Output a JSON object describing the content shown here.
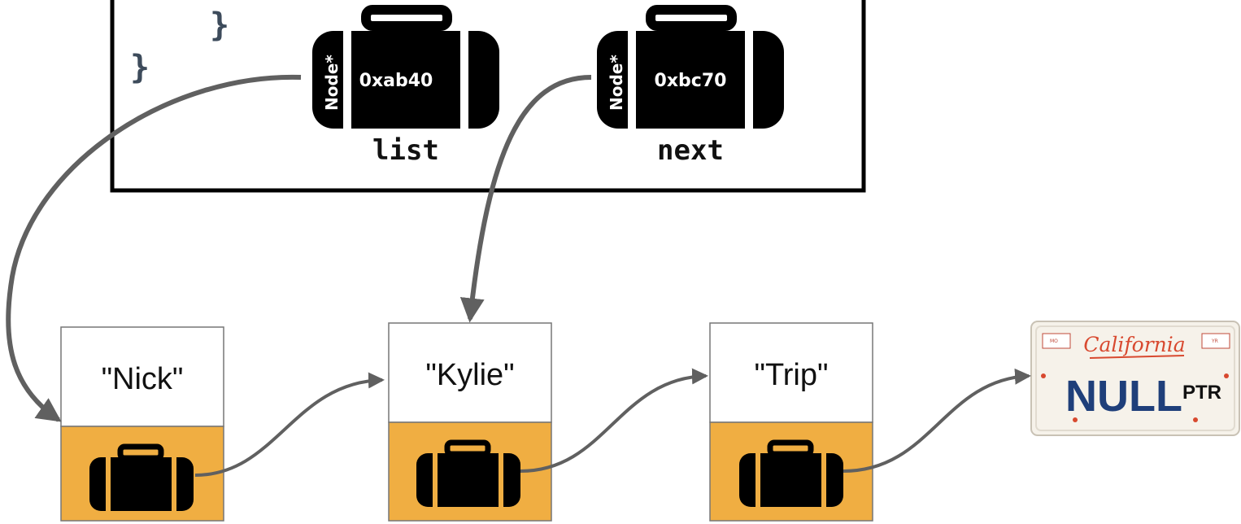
{
  "code": {
    "brace_inner": "}",
    "brace_outer": "}"
  },
  "variables": [
    {
      "name": "list",
      "type": "Node*",
      "address": "0xab40"
    },
    {
      "name": "next",
      "type": "Node*",
      "address": "0xbc70"
    }
  ],
  "nodes": [
    {
      "value": "\"Nick\""
    },
    {
      "value": "\"Kylie\""
    },
    {
      "value": "\"Trip\""
    }
  ],
  "null_plate": {
    "state": "California",
    "main": "NULL",
    "suffix": "PTR",
    "tag_left": "MO",
    "tag_right": "YR"
  },
  "colors": {
    "node_bottom": "#f0ae42",
    "arrow": "#606060",
    "suitcase": "#000000",
    "code_text": "#3d4b5b",
    "plate_state": "#d8492f",
    "plate_main": "#1f3f7a"
  }
}
